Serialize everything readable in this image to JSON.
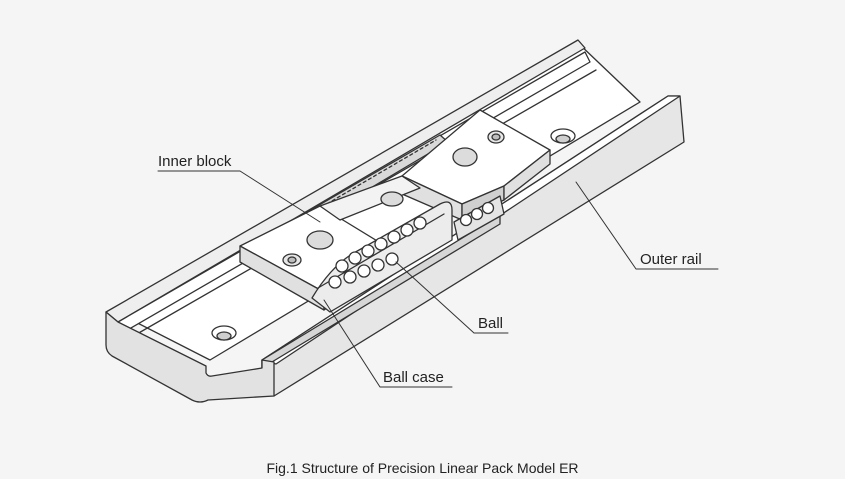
{
  "labels": {
    "inner_block": "Inner block",
    "outer_rail": "Outer rail",
    "ball": "Ball",
    "ball_case": "Ball case"
  },
  "caption": "Fig.1 Structure of Precision Linear Pack Model ER",
  "colors": {
    "background": "#f5f5f5",
    "outline": "#333333",
    "fill_light": "#ffffff",
    "fill_shade": "#e6e6e6",
    "fill_dark": "#cfcfcf"
  }
}
